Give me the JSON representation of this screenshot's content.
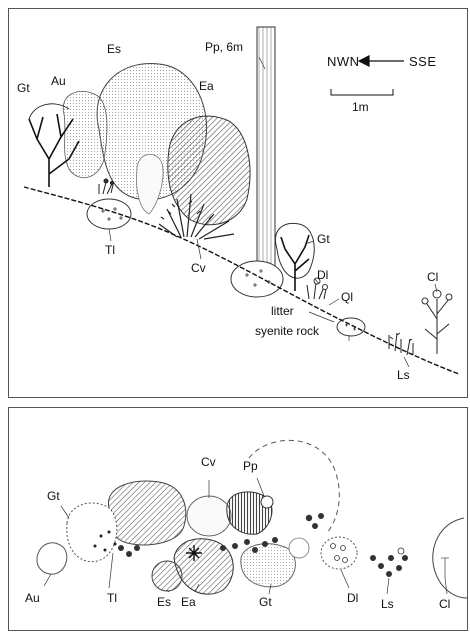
{
  "top_profile": {
    "labels": {
      "gt": "Gt",
      "au": "Au",
      "es": "Es",
      "ea": "Ea",
      "pp": "Pp, 6m",
      "tl": "Tl",
      "cv": "Cv",
      "gt2": "Gt",
      "dl": "Dl",
      "ql": "Ql",
      "cl": "Cl",
      "ls": "Ls",
      "litter": "litter",
      "syenite": "syenite rock"
    },
    "orientation": {
      "left": "NWN",
      "right": "SSE"
    },
    "scale": "1m"
  },
  "bottom_plan": {
    "labels": {
      "gt": "Gt",
      "au": "Au",
      "tl": "Tl",
      "es": "Es",
      "ea": "Ea",
      "cv": "Cv",
      "pp": "Pp",
      "gt2": "Gt",
      "dl": "Dl",
      "ls": "Ls",
      "cl": "Cl"
    }
  }
}
